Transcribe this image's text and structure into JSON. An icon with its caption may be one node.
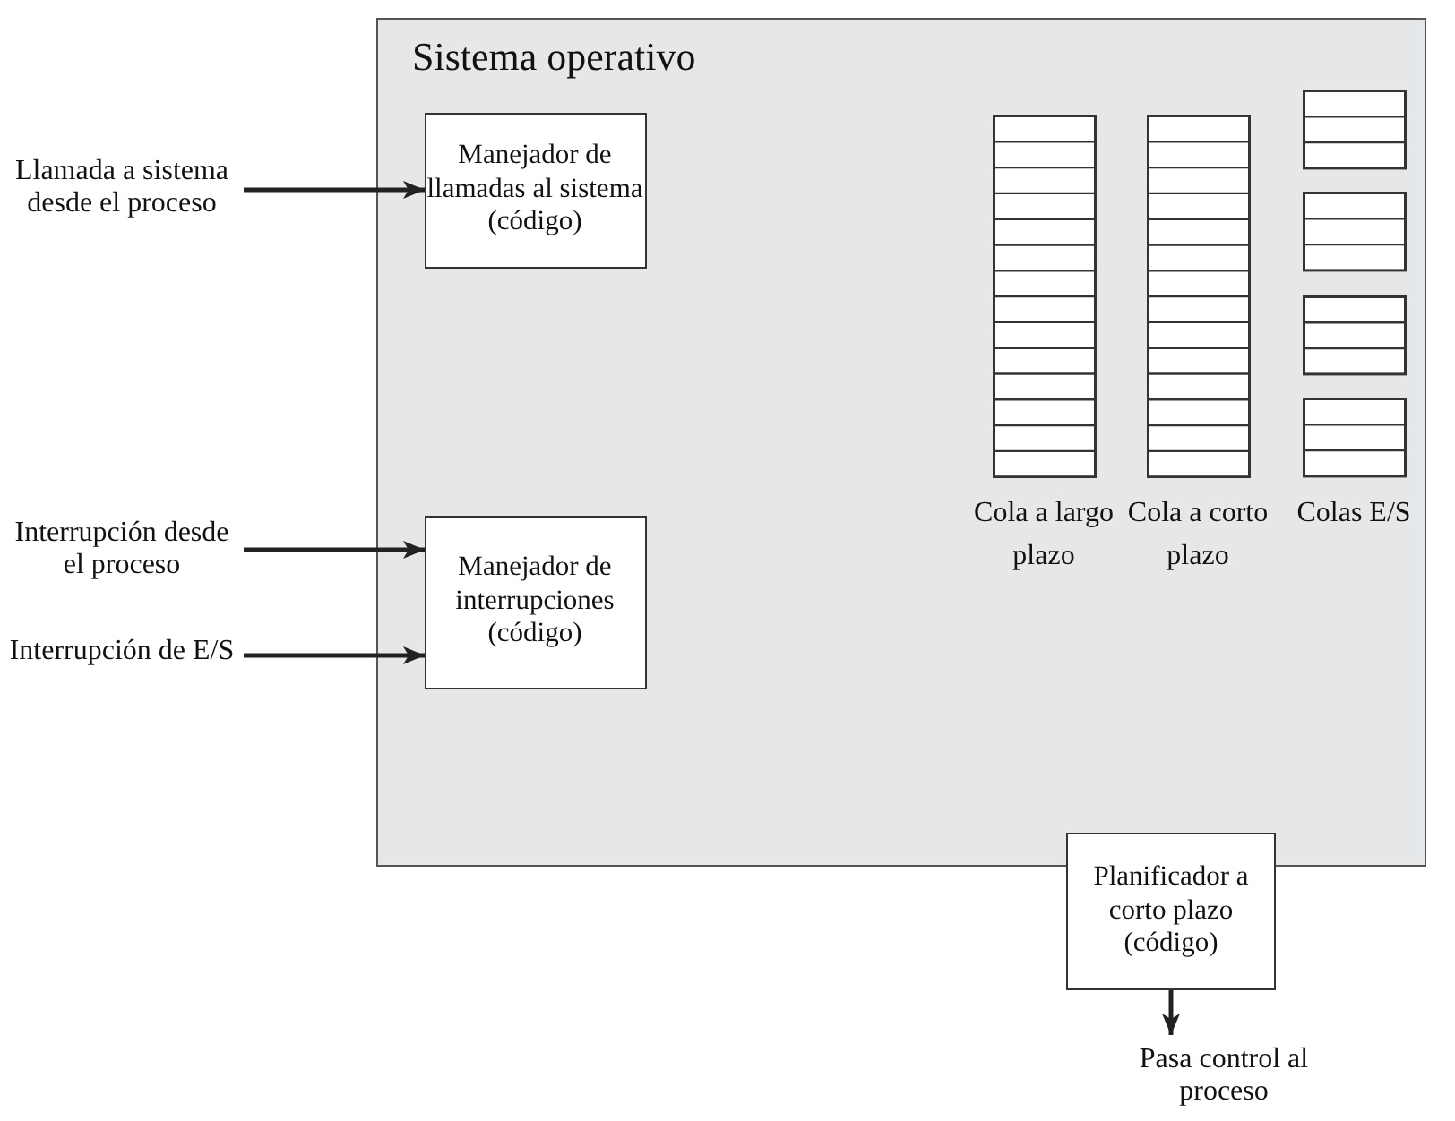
{
  "diagram": {
    "nodes": [
      {
        "text": [
          "Sistema operativo"
        ]
      },
      {
        "text": [
          "Manejador de llamadas al sistema (código)"
        ],
        "in": 0
      },
      {
        "text": [
          "Cola a largo plazo"
        ],
        "in": 0
      },
      {
        "text": [
          "Cola a corto plazo"
        ],
        "in": 0
      },
      {
        "text": [
          "Colas E/S"
        ],
        "in": 0
      },
      {
        "text": [
          "Manejador de interrupciones (código)"
        ],
        "in": 0
      },
      {
        "text": [
          "Planificador a corto plazo (código)"
        ]
      },
      {
        "text": [
          "Llamada a sistema desde el proceso"
        ]
      },
      {
        "text": [
          "Interrupción desde el proceso"
        ]
      },
      {
        "text": [
          "Interrupción de E/S"
        ]
      },
      {
        "text": [
          "Pasa control al proceso"
        ]
      }
    ],
    "edges": [
      {
        "from": 7,
        "to": 1,
        "arrow": "to"
      },
      {
        "from": 8,
        "to": 5,
        "arrow": "to"
      },
      {
        "from": 9,
        "to": 5,
        "arrow": "to"
      },
      {
        "from": 6,
        "to": 10,
        "arrow": "to"
      }
    ]
  }
}
